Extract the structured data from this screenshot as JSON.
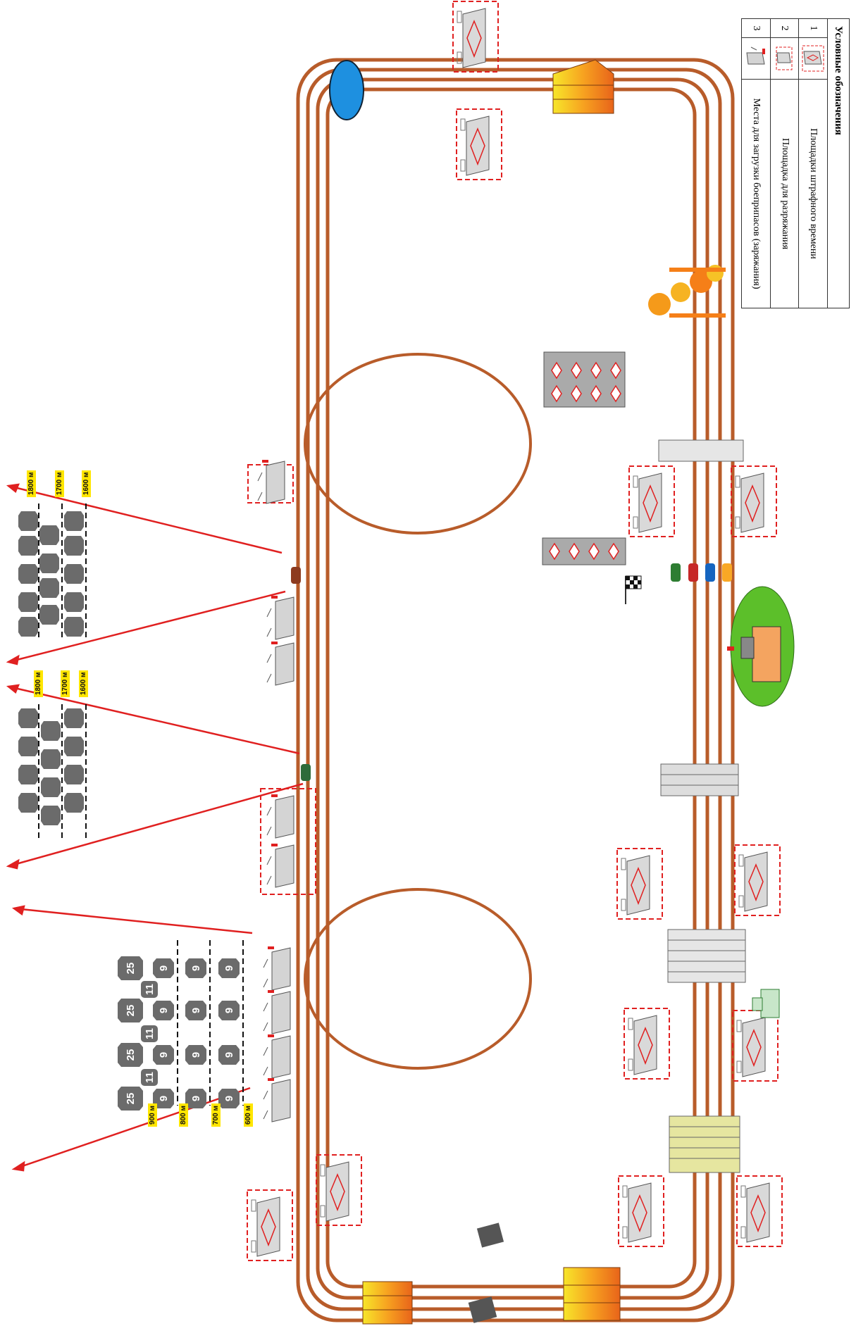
{
  "legend": {
    "title": "Условные обозначения",
    "items": [
      {
        "num": "1",
        "text": "Площадки штрафного времени"
      },
      {
        "num": "2",
        "text": "Площадка для разряжания"
      },
      {
        "num": "3",
        "text": "Места для загрузки боеприпасов (заряжания)"
      }
    ]
  },
  "distances": {
    "group_a": [
      "1800 м",
      "1700 м",
      "1600 м"
    ],
    "group_b": [
      "1800 м",
      "1700 м",
      "1600 м"
    ],
    "group_c": [
      "900 м",
      "800 м",
      "700 м",
      "600 м"
    ]
  },
  "target_numbers": {
    "large": "25",
    "small": "11",
    "medium": "9"
  },
  "colors": {
    "track": "#b85c2a",
    "penalty_border": "#e02020",
    "arrow": "#e02020",
    "target": "#6b6b6b",
    "label_bg": "#ffe600",
    "grass": "#5cbf2a"
  }
}
